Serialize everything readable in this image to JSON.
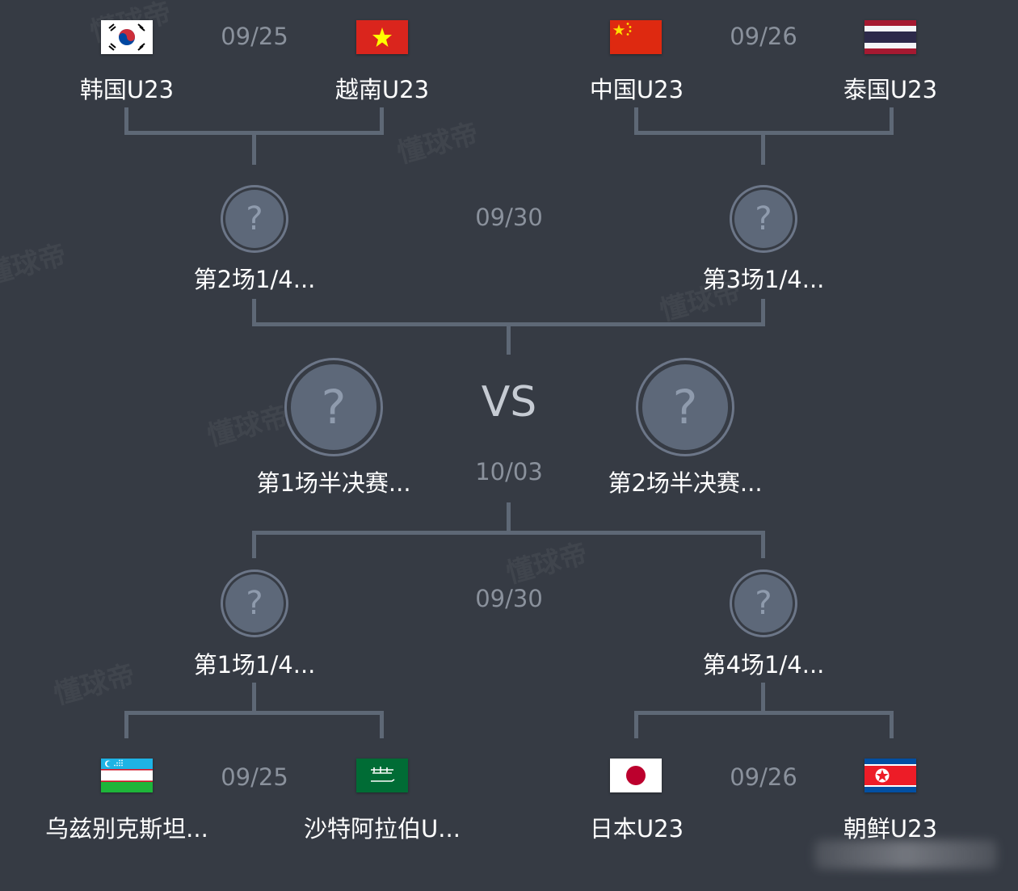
{
  "watermark": "懂球帝",
  "final": {
    "vs": "VS",
    "date": "10/03"
  },
  "semis": {
    "left_label": "第1场半决赛...",
    "right_label": "第2场半决赛...",
    "date_top": "09/30",
    "date_bottom": "09/30"
  },
  "quarters": {
    "top_left": "第2场1/4...",
    "top_right": "第3场1/4...",
    "bottom_left": "第1场1/4...",
    "bottom_right": "第4场1/4..."
  },
  "matches": {
    "top_left": {
      "date": "09/25",
      "home": "韩国U23",
      "away": "越南U23",
      "home_flag": "south-korea-flag",
      "away_flag": "vietnam-flag"
    },
    "top_right": {
      "date": "09/26",
      "home": "中国U23",
      "away": "泰国U23",
      "home_flag": "china-flag",
      "away_flag": "thailand-flag"
    },
    "bottom_left": {
      "date": "09/25",
      "home": "乌兹别克斯坦...",
      "away": "沙特阿拉伯U...",
      "home_flag": "uzbekistan-flag",
      "away_flag": "saudi-arabia-flag"
    },
    "bottom_right": {
      "date": "09/26",
      "home": "日本U23",
      "away": "朝鲜U23",
      "home_flag": "japan-flag",
      "away_flag": "north-korea-flag"
    }
  },
  "placeholder_symbol": "?",
  "colors": {
    "background": "#363b44",
    "connector": "#5e6876",
    "placeholder": "#5d6879",
    "date": "#8a919c"
  }
}
